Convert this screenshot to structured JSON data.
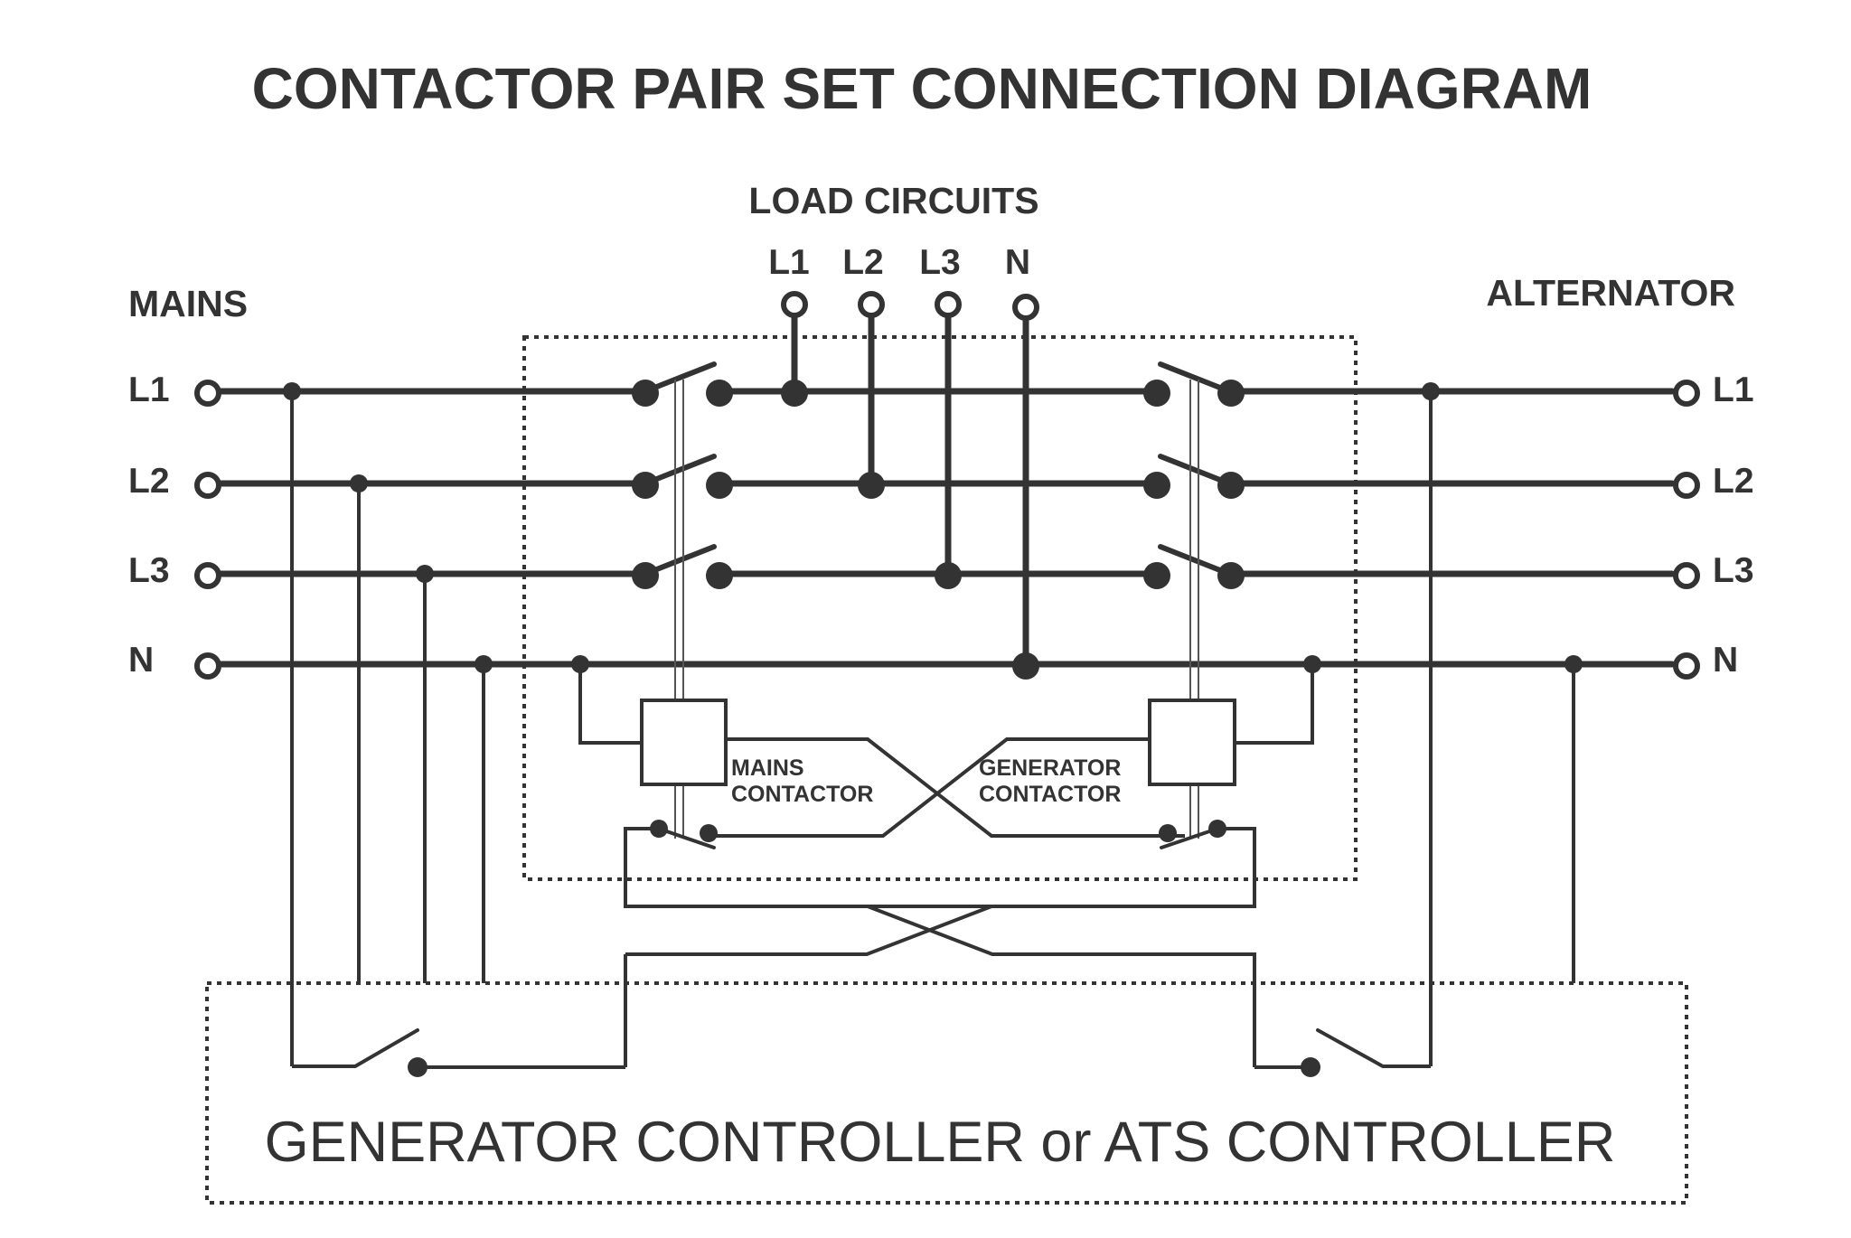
{
  "title": "CONTACTOR PAIR SET CONNECTION DIAGRAM",
  "load": {
    "heading": "LOAD CIRCUITS",
    "terminals": [
      "L1",
      "L2",
      "L3",
      "N"
    ]
  },
  "mains": {
    "heading": "MAINS",
    "terminals": [
      "L1",
      "L2",
      "L3",
      "N"
    ]
  },
  "alternator": {
    "heading": "ALTERNATOR",
    "terminals": [
      "L1",
      "L2",
      "L3",
      "N"
    ]
  },
  "mains_contactor": {
    "line1": "MAINS",
    "line2": "CONTACTOR"
  },
  "generator_contactor": {
    "line1": "GENERATOR",
    "line2": "CONTACTOR"
  },
  "controller": {
    "label": "GENERATOR CONTROLLER or ATS CONTROLLER"
  },
  "colors": {
    "wire": "#333333",
    "background": "#ffffff"
  }
}
